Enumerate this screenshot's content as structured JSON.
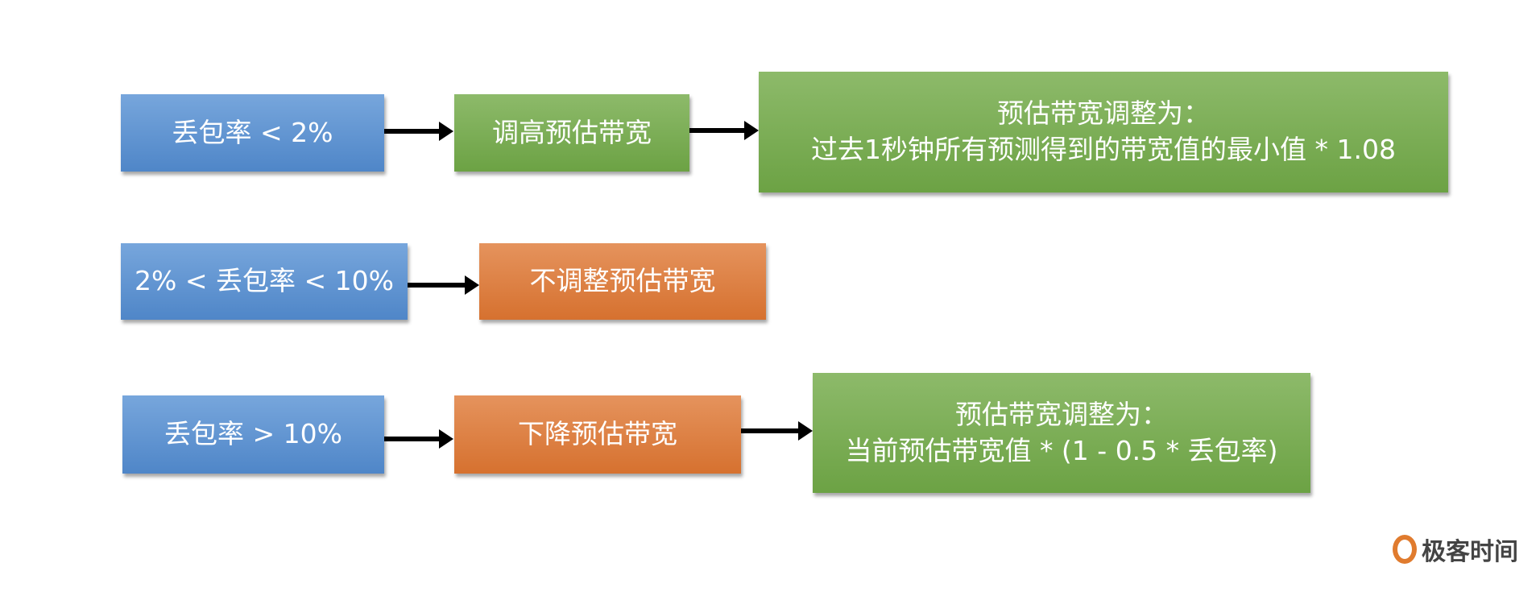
{
  "rows": [
    {
      "condition": "丢包率 < 2%",
      "action": "调高预估带宽",
      "result": {
        "line1": "预估带宽调整为：",
        "line2": "过去1秒钟所有预测得到的带宽值的最小值 * 1.08"
      }
    },
    {
      "condition": "2% < 丢包率 < 10%",
      "action": "不调整预估带宽"
    },
    {
      "condition": "丢包率 > 10%",
      "action": "下降预估带宽",
      "result": {
        "line1": "预估带宽调整为：",
        "line2": "当前预估带宽值 * (1 - 0.5 * 丢包率)"
      }
    }
  ],
  "logo": {
    "text": "极客时间"
  },
  "colors": {
    "blue": "#5b8fd0",
    "green": "#77ab50",
    "orange": "#dd7d3f"
  }
}
